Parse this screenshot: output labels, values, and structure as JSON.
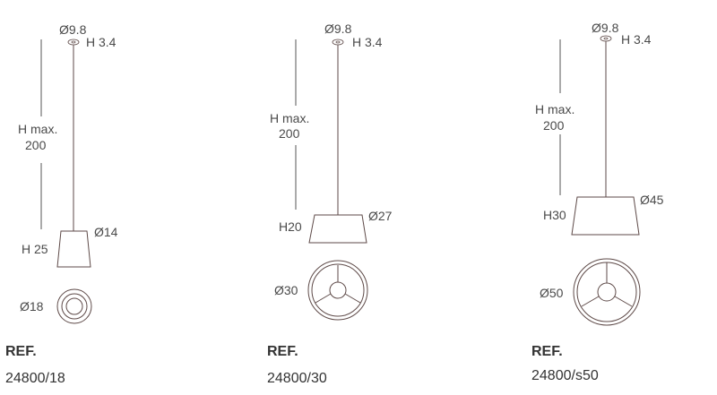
{
  "products": [
    {
      "canopy_diameter": "Ø9.8",
      "canopy_height": "H 3.4",
      "max_height_line1": "H max.",
      "max_height_line2": "200",
      "shade_height": "H 25",
      "shade_top_diameter": "Ø14",
      "shade_bottom_diameter": "Ø18",
      "ref_label": "REF.",
      "ref_code": "24800/18"
    },
    {
      "canopy_diameter": "Ø9.8",
      "canopy_height": "H 3.4",
      "max_height_line1": "H max.",
      "max_height_line2": "200",
      "shade_height": "H20",
      "shade_top_diameter": "Ø27",
      "shade_bottom_diameter": "Ø30",
      "ref_label": "REF.",
      "ref_code": "24800/30"
    },
    {
      "canopy_diameter": "Ø9.8",
      "canopy_height": "H 3.4",
      "max_height_line1": "H max.",
      "max_height_line2": "200",
      "shade_height": "H30",
      "shade_top_diameter": "Ø45",
      "shade_bottom_diameter": "Ø50",
      "ref_label": "REF.",
      "ref_code": "24800/s50"
    }
  ],
  "colors": {
    "line": "#5e4a48",
    "text": "#4a4a4a"
  }
}
